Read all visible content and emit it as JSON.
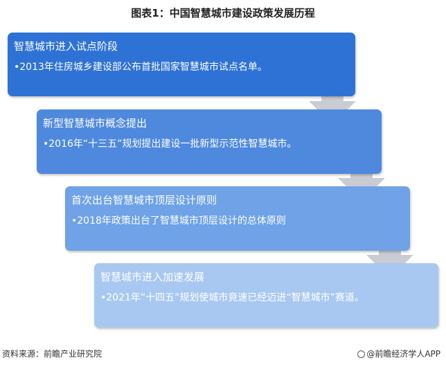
{
  "title": "图表1：中国智慧城市建设政策发展历程",
  "stages": [
    {
      "title": "智慧城市进入试点阶段",
      "desc": "•2013年住房城乡建设部公布首批国家智慧城市试点名单。"
    },
    {
      "title": "新型智慧城市概念提出",
      "desc": "•2016年“十三五”规划提出建设一批新型示范性智慧城市。"
    },
    {
      "title": "首次出台智慧城市顶层设计原则",
      "desc": "•2018年政策出台了智慧城市顶层设计的总体原则"
    },
    {
      "title": "智慧城市进入加速发展",
      "desc": "•2021年“十四五”规划使城市竟速已经迈进“智慧城市”赛道。"
    }
  ],
  "source": "资料来源：前瞻产业研究院",
  "brand": "@前瞻经济学人APP",
  "colors": {
    "stage1": "#2f72d6",
    "stage2": "#4e89de",
    "stage3": "#6fa2e7",
    "stage4": "#a8c8f1",
    "arrow": "#c9cdd3"
  }
}
